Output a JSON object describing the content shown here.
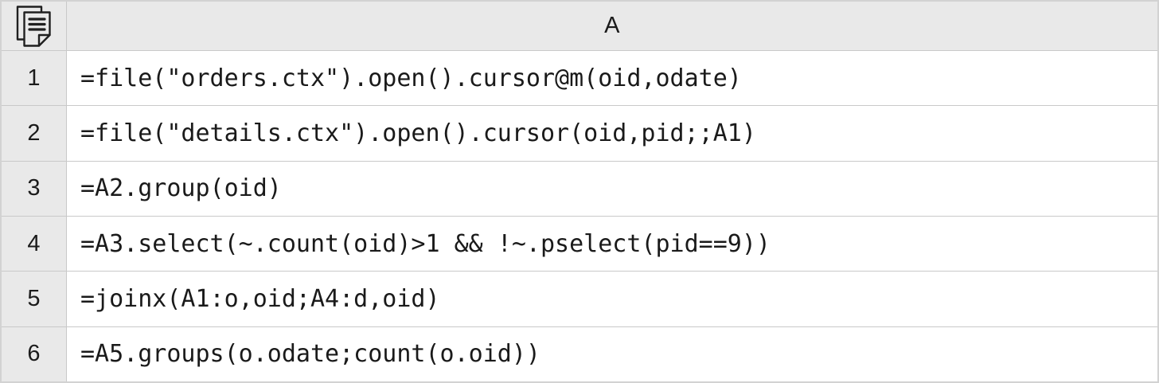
{
  "table": {
    "corner_icon": "copy-pages-icon",
    "column_header": "A",
    "rows": [
      {
        "num": "1",
        "code": "=file(\"orders.ctx\").open().cursor@m(oid,odate)"
      },
      {
        "num": "2",
        "code": "=file(\"details.ctx\").open().cursor(oid,pid;;A1)"
      },
      {
        "num": "3",
        "code": "=A2.group(oid)"
      },
      {
        "num": "4",
        "code": "=A3.select(~.count(oid)>1 && !~.pselect(pid==9))"
      },
      {
        "num": "5",
        "code": "=joinx(A1:o,oid;A4:d,oid)"
      },
      {
        "num": "6",
        "code": "=A5.groups(o.odate;count(o.oid))"
      }
    ]
  },
  "colors": {
    "header_bg": "#e9e9e9",
    "grid_border": "#c9c9c9",
    "cell_bg": "#ffffff",
    "text": "#1a1a1a"
  }
}
